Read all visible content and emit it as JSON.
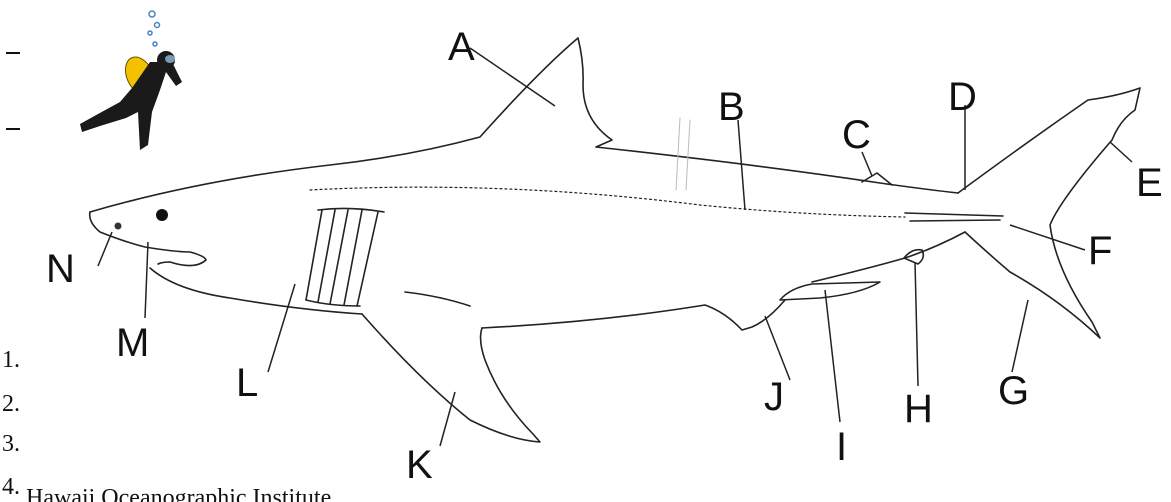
{
  "labels": [
    "A",
    "B",
    "C",
    "D",
    "E",
    "F",
    "G",
    "H",
    "I",
    "J",
    "K",
    "L",
    "M",
    "N"
  ],
  "list_numbers": [
    "1.",
    "2.",
    "3.",
    "4."
  ],
  "footer_caption": "Hawaii Oceanographic Institute",
  "colors": {
    "outline": "#222222",
    "diver_tank": "#f2c200",
    "diver_suit": "#1a1a1a",
    "bubbles": "#4a7fc8"
  },
  "icons": [
    "scuba-diver-icon"
  ]
}
